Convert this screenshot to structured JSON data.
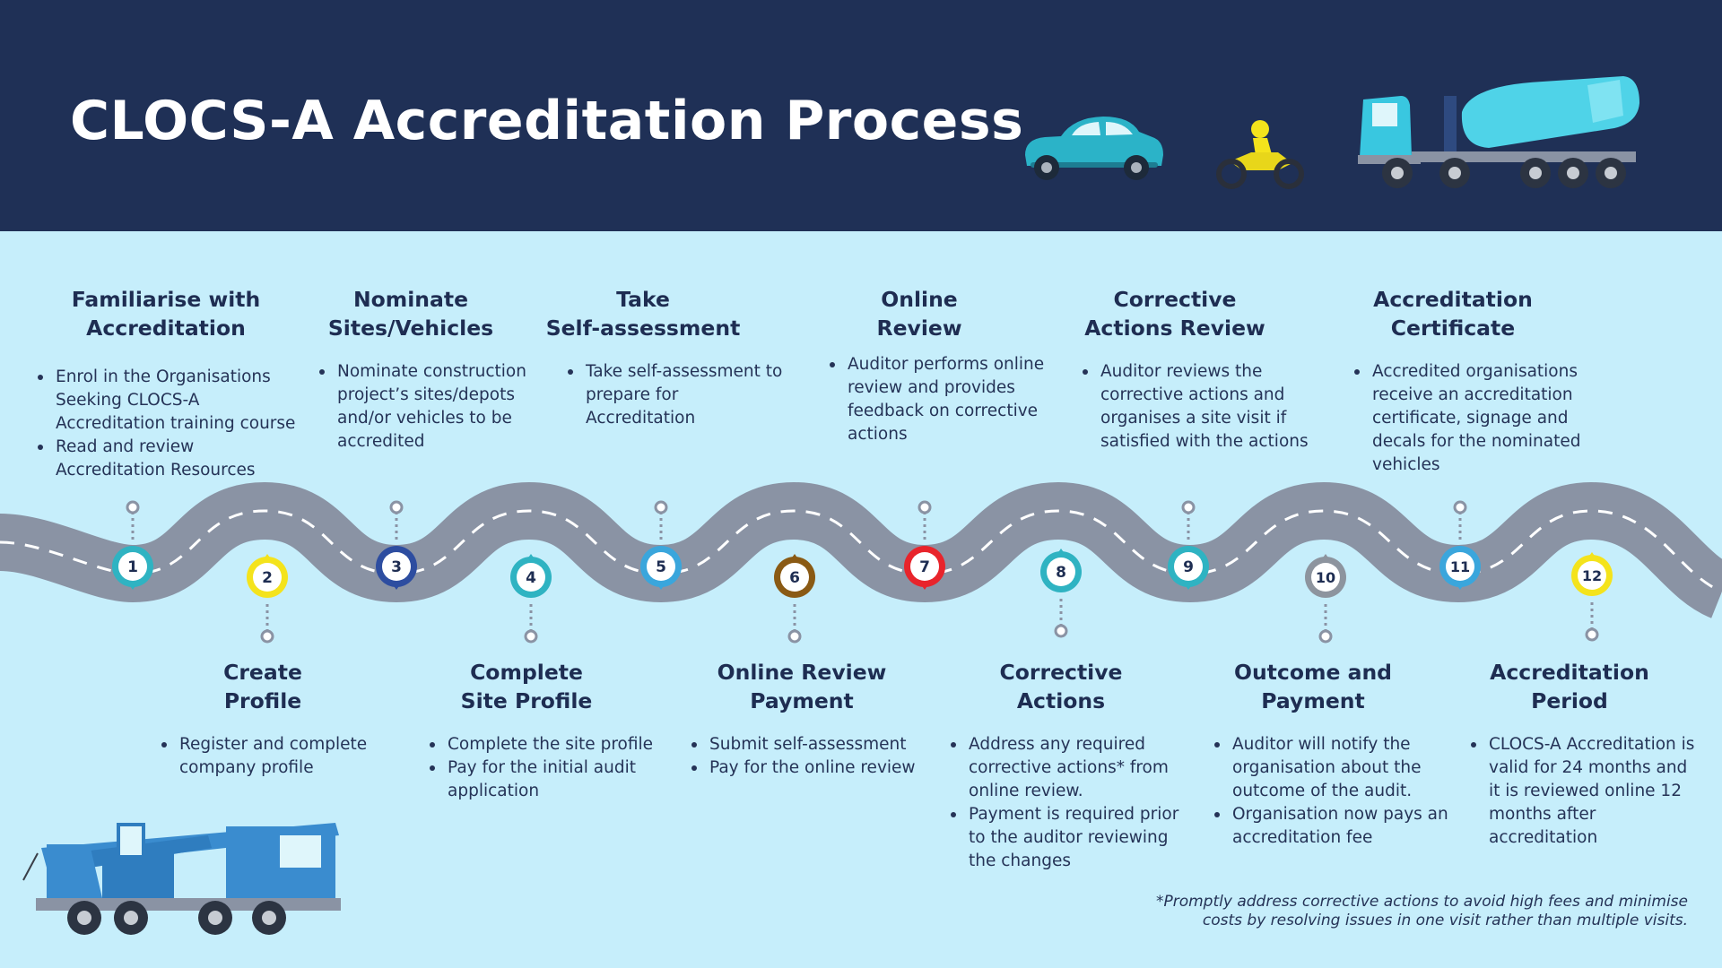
{
  "title": "CLOCS-A Accreditation Process",
  "colors": {
    "header_bg": "#1f3056",
    "page_bg": "#c6eefb",
    "road": "#8a93a4",
    "road_dash": "#ffffff"
  },
  "icons": [
    "car-icon",
    "motorcycle-icon",
    "concrete-mixer-truck-icon",
    "crane-truck-icon"
  ],
  "steps": [
    {
      "number": "1",
      "title_l1": "Familiarise with",
      "title_l2": "Accreditation",
      "color": "#2fb3c2",
      "bullets": [
        "Enrol in the Organisations Seeking CLOCS-A Accreditation training course",
        "Read and review Accreditation Resources"
      ]
    },
    {
      "number": "2",
      "title_l1": "Create",
      "title_l2": "Profile",
      "color": "#f4e31c",
      "bullets": [
        "Register and complete company profile"
      ]
    },
    {
      "number": "3",
      "title_l1": "Nominate",
      "title_l2": "Sites/Vehicles",
      "color": "#2d4da0",
      "bullets": [
        "Nominate construction project’s sites/depots and/or vehicles to be accredited"
      ]
    },
    {
      "number": "4",
      "title_l1": "Complete",
      "title_l2": "Site Profile",
      "color": "#2fb3c2",
      "bullets": [
        "Complete the site profile",
        "Pay for the initial audit application"
      ]
    },
    {
      "number": "5",
      "title_l1": "Take",
      "title_l2": "Self-assessment",
      "color": "#3aa6dc",
      "bullets": [
        "Take self-assessment to prepare for Accreditation"
      ]
    },
    {
      "number": "6",
      "title_l1": "Online Review",
      "title_l2": "Payment",
      "color": "#8a5a14",
      "bullets": [
        "Submit self-assessment",
        "Pay for the online review"
      ]
    },
    {
      "number": "7",
      "title_l1": "Online",
      "title_l2": "Review",
      "color": "#e8242b",
      "bullets": [
        "Auditor performs online review and provides feedback on corrective actions"
      ]
    },
    {
      "number": "8",
      "title_l1": "Corrective",
      "title_l2": "Actions",
      "color": "#2fb3c2",
      "bullets": [
        "Address any required corrective actions* from online review.",
        "Payment is required prior to the auditor reviewing the changes"
      ]
    },
    {
      "number": "9",
      "title_l1": "Corrective",
      "title_l2": "Actions Review",
      "color": "#2fb3c2",
      "bullets": [
        "Auditor reviews the corrective actions and organises a site visit if satisfied with the actions"
      ]
    },
    {
      "number": "10",
      "title_l1": "Outcome and",
      "title_l2": "Payment",
      "color": "#8d949e",
      "bullets": [
        "Auditor will notify the organisation about the outcome of the audit.",
        "Organisation now pays an accreditation fee"
      ]
    },
    {
      "number": "11",
      "title_l1": "Accreditation",
      "title_l2": "Certificate",
      "color": "#3aa6dc",
      "bullets": [
        "Accredited organisations receive an accreditation certificate, signage and decals for the nominated vehicles"
      ]
    },
    {
      "number": "12",
      "title_l1": "Accreditation",
      "title_l2": "Period",
      "color": "#f4e31c",
      "bullets": [
        "CLOCS-A Accreditation is valid for 24 months and it is reviewed online 12 months after accreditation"
      ]
    }
  ],
  "footnote_l1": "*Promptly address corrective actions to avoid high fees and minimise",
  "footnote_l2": "costs by resolving issues in one visit rather than multiple visits."
}
